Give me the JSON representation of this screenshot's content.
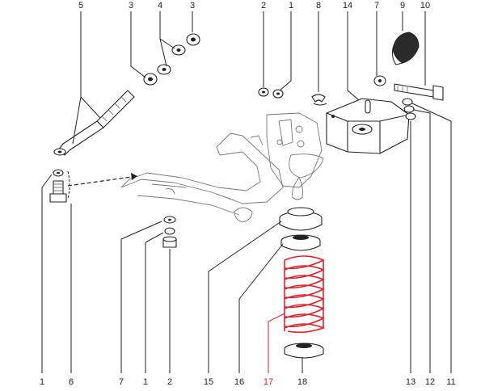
{
  "callouts_top": [
    {
      "id": "t-5",
      "label": "5"
    },
    {
      "id": "t-3a",
      "label": "3"
    },
    {
      "id": "t-4",
      "label": "4"
    },
    {
      "id": "t-3b",
      "label": "3"
    },
    {
      "id": "t-2",
      "label": "2"
    },
    {
      "id": "t-1",
      "label": "1"
    },
    {
      "id": "t-8",
      "label": "8"
    },
    {
      "id": "t-14",
      "label": "14"
    },
    {
      "id": "t-7",
      "label": "7"
    },
    {
      "id": "t-9",
      "label": "9"
    },
    {
      "id": "t-10",
      "label": "10"
    }
  ],
  "callouts_bottom": [
    {
      "id": "b-1a",
      "label": "1"
    },
    {
      "id": "b-6",
      "label": "6"
    },
    {
      "id": "b-7",
      "label": "7"
    },
    {
      "id": "b-1b",
      "label": "1"
    },
    {
      "id": "b-2",
      "label": "2"
    },
    {
      "id": "b-15",
      "label": "15"
    },
    {
      "id": "b-16",
      "label": "16"
    },
    {
      "id": "b-17",
      "label": "17",
      "highlight": true
    },
    {
      "id": "b-18",
      "label": "18"
    },
    {
      "id": "b-13",
      "label": "13"
    },
    {
      "id": "b-12",
      "label": "12"
    },
    {
      "id": "b-11",
      "label": "11"
    }
  ],
  "colors": {
    "highlight": "#e0212a",
    "line": "#222222",
    "shade": "#2b2b2b"
  }
}
